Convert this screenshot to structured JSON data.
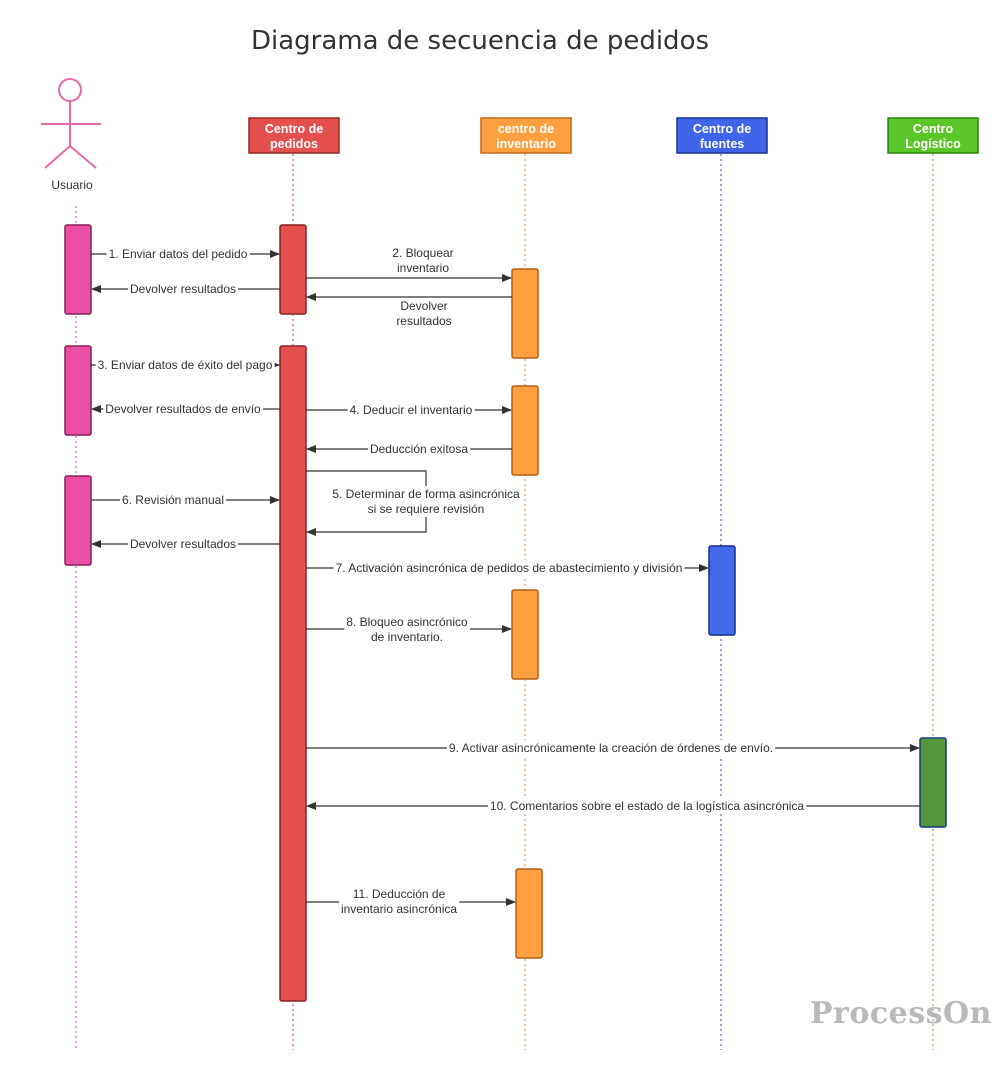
{
  "title": "Diagrama de secuencia de pedidos",
  "watermark": "ProcessOn",
  "actor": {
    "label": "Usuario",
    "color": "#e46aa8"
  },
  "participants": [
    {
      "id": "pedidos",
      "lines": [
        "Centro de",
        "pedidos"
      ],
      "fill": "#e4504b",
      "stroke": "#9a2828",
      "line_color": "#d65a8a"
    },
    {
      "id": "inventario",
      "lines": [
        "centro de",
        "inventario"
      ],
      "fill": "#ffa040",
      "stroke": "#c36a12",
      "line_color": "#f0a060"
    },
    {
      "id": "fuentes",
      "lines": [
        "Centro de",
        "fuentes"
      ],
      "fill": "#3f66ea",
      "stroke": "#1a3390",
      "line_color": "#4a6ad8"
    },
    {
      "id": "logistico",
      "lines": [
        "Centro",
        "Logístico"
      ],
      "fill": "#5bc629",
      "stroke": "#2f8011",
      "line_color": "#6cc640"
    }
  ],
  "activation_colors": {
    "usuario": {
      "fill": "#ea4fa3",
      "stroke": "#8a1f59"
    },
    "pedidos": {
      "fill": "#e4504b",
      "stroke": "#8a2323"
    },
    "inventario": {
      "fill": "#ffa040",
      "stroke": "#b55e10"
    },
    "fuentes": {
      "fill": "#416be9",
      "stroke": "#152c8a"
    },
    "logistico": {
      "fill": "#52973a",
      "stroke": "#163f7a"
    }
  },
  "messages": [
    {
      "id": "m1",
      "lines": [
        "1. Enviar datos del pedido"
      ],
      "color": "#333333"
    },
    {
      "id": "m2",
      "lines": [
        "2. Bloquear",
        "inventario"
      ],
      "color": "#333333"
    },
    {
      "id": "m3",
      "lines": [
        "Devolver resultados"
      ],
      "color": "#333333"
    },
    {
      "id": "m4",
      "lines": [
        "Devolver",
        "resultados"
      ],
      "color": "#333333"
    },
    {
      "id": "m5",
      "lines": [
        "3. Enviar datos de éxito del pago"
      ],
      "color": "#333333"
    },
    {
      "id": "m6",
      "lines": [
        "Devolver resultados de envío"
      ],
      "color": "#333333"
    },
    {
      "id": "m7",
      "lines": [
        "4. Deducir el inventario"
      ],
      "color": "#333333"
    },
    {
      "id": "m8",
      "lines": [
        "Deducción exitosa"
      ],
      "color": "#333333"
    },
    {
      "id": "m9",
      "lines": [
        "5. Determinar de forma asincrónica",
        "si se requiere revisión"
      ],
      "color": "#333333"
    },
    {
      "id": "m10",
      "lines": [
        "6. Revisión manual"
      ],
      "color": "#333333"
    },
    {
      "id": "m11",
      "lines": [
        "Devolver resultados"
      ],
      "color": "#333333"
    },
    {
      "id": "m12",
      "lines": [
        "7. Activación asincrónica de pedidos de abastecimiento y división"
      ],
      "color": "#333333"
    },
    {
      "id": "m13",
      "lines": [
        "8. Bloqueo asincrónico",
        "de inventario."
      ],
      "color": "#333333"
    },
    {
      "id": "m14",
      "lines": [
        "9. Activar asincrónicamente la creación de órdenes de envío."
      ],
      "color": "#333333"
    },
    {
      "id": "m15",
      "lines": [
        "10. Comentarios sobre el estado de la logística asincrónica"
      ],
      "color": "#333333"
    },
    {
      "id": "m16",
      "lines": [
        "11. Deducción de",
        "inventario asincrónica"
      ],
      "color": "#333333"
    }
  ]
}
